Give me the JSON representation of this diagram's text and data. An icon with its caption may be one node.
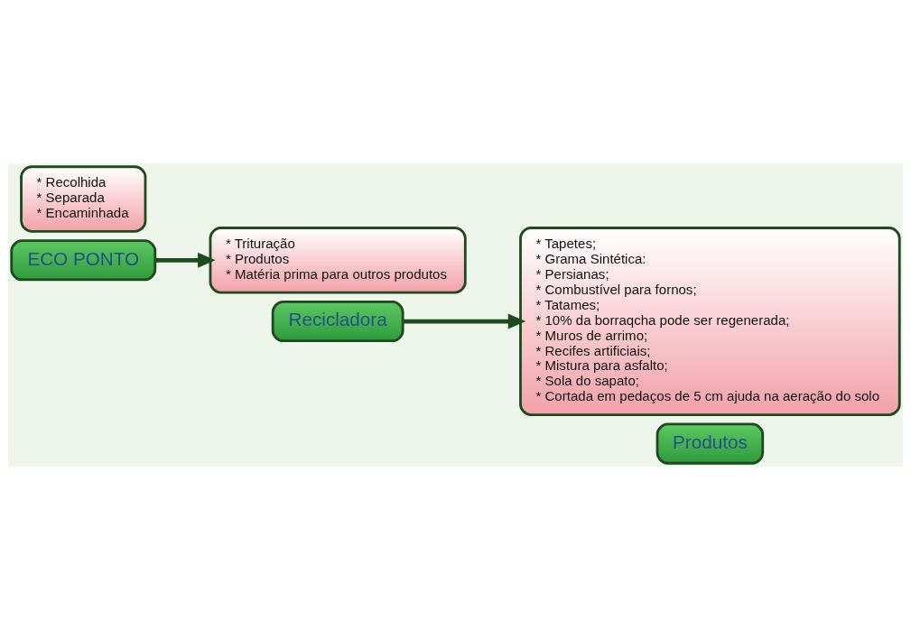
{
  "diagram": {
    "nodes": [
      {
        "text": [
          "* Recolhida",
          "* Separada",
          "* Encaminhada"
        ]
      },
      {
        "text": [
          "ECO PONTO"
        ]
      },
      {
        "text": [
          "* Trituração",
          "* Produtos",
          "* Matéria prima para outros produtos"
        ]
      },
      {
        "text": [
          "Recicladora"
        ]
      },
      {
        "text": [
          "* Tapetes;",
          "* Grama Sintética:",
          "* Persianas;",
          "* Combustível para fornos;",
          "* Tatames;",
          "* 10% da borraqcha pode ser regenerada;",
          "* Muros de arrimo;",
          "* Recifes artificiais;",
          "* Mistura para asfalto;",
          "* Sola do sapato;",
          "* Cortada em pedaços de 5 cm ajuda na aeração do solo"
        ]
      },
      {
        "text": [
          "Produtos"
        ]
      }
    ],
    "edges": [
      {
        "from": 1,
        "to": 2,
        "arrow": "to"
      },
      {
        "from": 3,
        "to": 4,
        "arrow": "to"
      }
    ]
  }
}
